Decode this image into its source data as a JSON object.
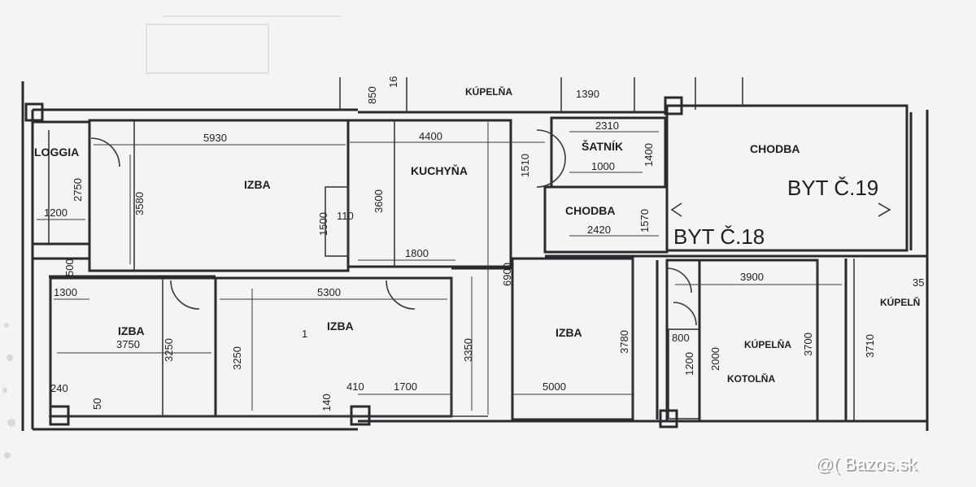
{
  "rooms": {
    "loggia": "LOGGIA",
    "izba_top": "IZBA",
    "kuchyna": "KUCHYŇA",
    "satnik": "ŠATNÍK",
    "chodba_left": "CHODBA",
    "chodba_right": "CHODBA",
    "byt19": "BYT Č.19",
    "byt18": "BYT Č.18",
    "izba_left": "IZBA",
    "izba_mid": "IZBA",
    "izba_right": "IZBA",
    "kupelna_top": "KÚPELŇA",
    "kupelna_mid": "KÚPELŇA",
    "kupelna_right": "KÚPELŇ",
    "kotolna": "KOTOLŇA"
  },
  "dims": {
    "d5930": "5930",
    "d4400": "4400",
    "d2310": "2310",
    "d1390": "1390",
    "d850": "850",
    "d1510": "1510",
    "d1400": "1400",
    "d1000": "1000",
    "d2750": "2750",
    "d1200": "1200",
    "d3580": "3580",
    "d3600": "3600",
    "d1500": "1500",
    "d110": "110",
    "d2420": "2420",
    "d1570": "1570",
    "d1800": "1800",
    "d500": "500",
    "d1300": "1300",
    "d5300": "5300",
    "d6900": "6900",
    "d3900": "3900",
    "d35": "35",
    "d3750": "3750",
    "d3250a": "3250",
    "d3250b": "3250",
    "d3350": "3350",
    "d3780": "3780",
    "d800": "800",
    "d2000": "2000",
    "d1200b": "1200",
    "d3700": "3700",
    "d3710": "3710",
    "d240": "240",
    "d50": "50",
    "d410": "410",
    "d1700": "1700",
    "d5000": "5000",
    "d140": "140",
    "d1": "1",
    "d16": "16"
  },
  "watermark": "@( Bazos.sk"
}
